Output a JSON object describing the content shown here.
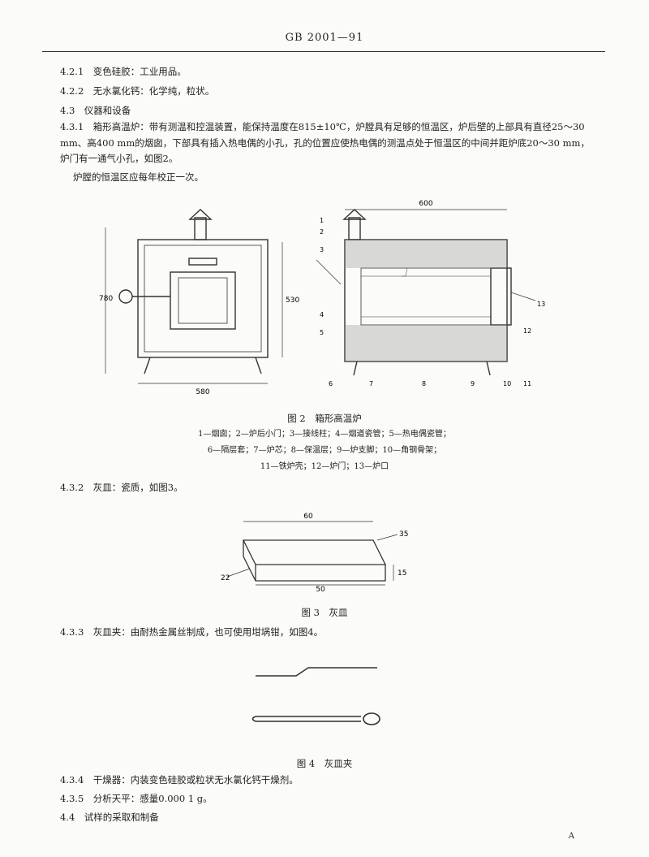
{
  "header": {
    "standard_no": "GB 2001—91"
  },
  "lines": {
    "s421": "4.2.1　变色硅胶：工业用品。",
    "s422": "4.2.2　无水氯化钙：化学纯，粒状。",
    "s43": "4.3　仪器和设备",
    "s431": "4.3.1　箱形高温炉：带有测温和控温装置，能保持温度在815±10℃，炉膛具有足够的恒温区，炉后壁的上部具有直径25～30 mm、高400 mm的烟囱，下部具有插入热电偶的小孔，孔的位置应使热电偶的测温点处于恒温区的中间并距炉底20～30 mm，炉门有一通气小孔，如图2。",
    "s431b": "炉膛的恒温区应每年校正一次。",
    "s432": "4.3.2　灰皿：瓷质，如图3。",
    "s433": "4.3.3　灰皿夹：由耐热金属丝制成，也可使用坩埚钳，如图4。",
    "s434": "4.3.4　干燥器：内装变色硅胶或粒状无水氯化钙干燥剂。",
    "s435": "4.3.5　分析天平：感量0.000 1 g。",
    "s44": "4.4　试样的采取和制备"
  },
  "figure2": {
    "caption": "图 2　箱形高温炉",
    "legend": [
      "1—烟囱；2—炉后小门；3—接线柱；4—烟道瓷管；5—热电偶瓷管；",
      "6—隔层套；7—炉芯；8—保温层；9—炉支脚；10—角钢骨架；",
      "11—铁炉壳；12—炉门；13—炉口"
    ],
    "dims": {
      "width_front": "580",
      "height_front": "780",
      "height_side": "530",
      "depth_side": "600"
    },
    "callouts": [
      "1",
      "2",
      "3",
      "4",
      "5",
      "6",
      "7",
      "8",
      "9",
      "10",
      "11",
      "12",
      "13"
    ]
  },
  "figure3": {
    "caption": "图 3　灰皿",
    "dims": {
      "top": "60",
      "bottom": "50",
      "height": "15",
      "side": "35",
      "left": "22"
    }
  },
  "figure4": {
    "caption": "图 4　灰皿夹"
  },
  "page_number": "A"
}
